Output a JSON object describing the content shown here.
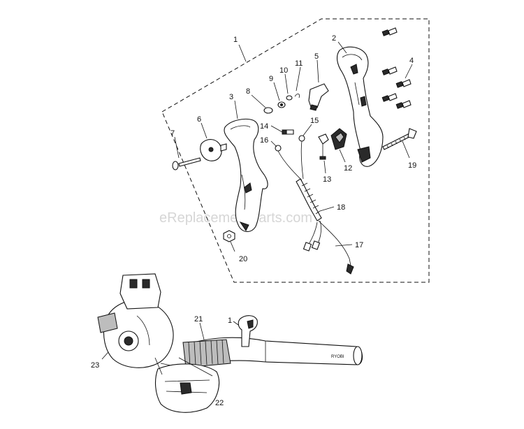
{
  "watermark": "eReplacementParts.com",
  "callouts": {
    "c1_top": "1",
    "c2": "2",
    "c3": "3",
    "c4": "4",
    "c5": "5",
    "c6": "6",
    "c7": "7",
    "c8": "8",
    "c9": "9",
    "c10": "10",
    "c11": "11",
    "c12": "12",
    "c13": "13",
    "c14": "14",
    "c15": "15",
    "c16": "16",
    "c17": "17",
    "c18": "18",
    "c19": "19",
    "c20": "20",
    "c21": "21",
    "c1_bottom": "1",
    "c22": "22",
    "c23": "23"
  }
}
